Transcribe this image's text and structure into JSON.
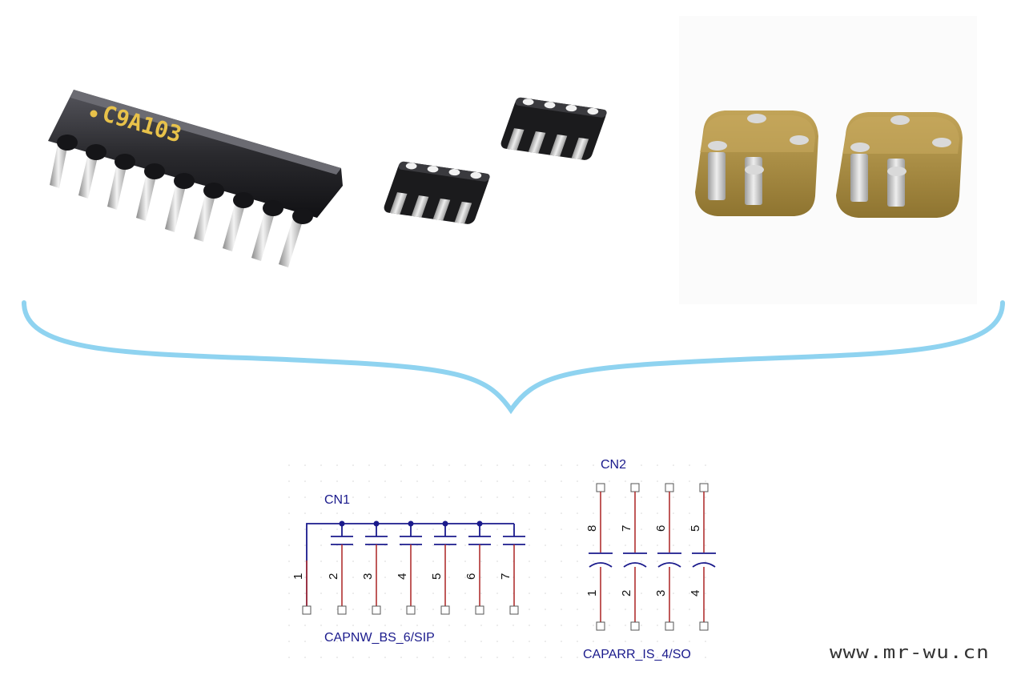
{
  "components": {
    "sip_part_marking": "C9A103",
    "dark_chip_count": 2,
    "tan_chip_count": 2
  },
  "schematic": {
    "cn1": {
      "refdes": "CN1",
      "value": "CAPNW_BS_6/SIP",
      "pins": [
        "1",
        "2",
        "3",
        "4",
        "5",
        "6",
        "7"
      ]
    },
    "cn2": {
      "refdes": "CN2",
      "value": "CAPARR_IS_4/SO",
      "top_pins": [
        "8",
        "7",
        "6",
        "5"
      ],
      "bottom_pins": [
        "1",
        "2",
        "3",
        "4"
      ]
    }
  },
  "colors": {
    "brace": "#8fd3f0",
    "wire_blue": "#1a1a8c",
    "wire_red": "#b03030",
    "sip_body": "#2a2a2e",
    "chip_dark": "#1b1b1d",
    "chip_tan": "#a78a3c"
  },
  "watermark": "www.mr-wu.cn"
}
